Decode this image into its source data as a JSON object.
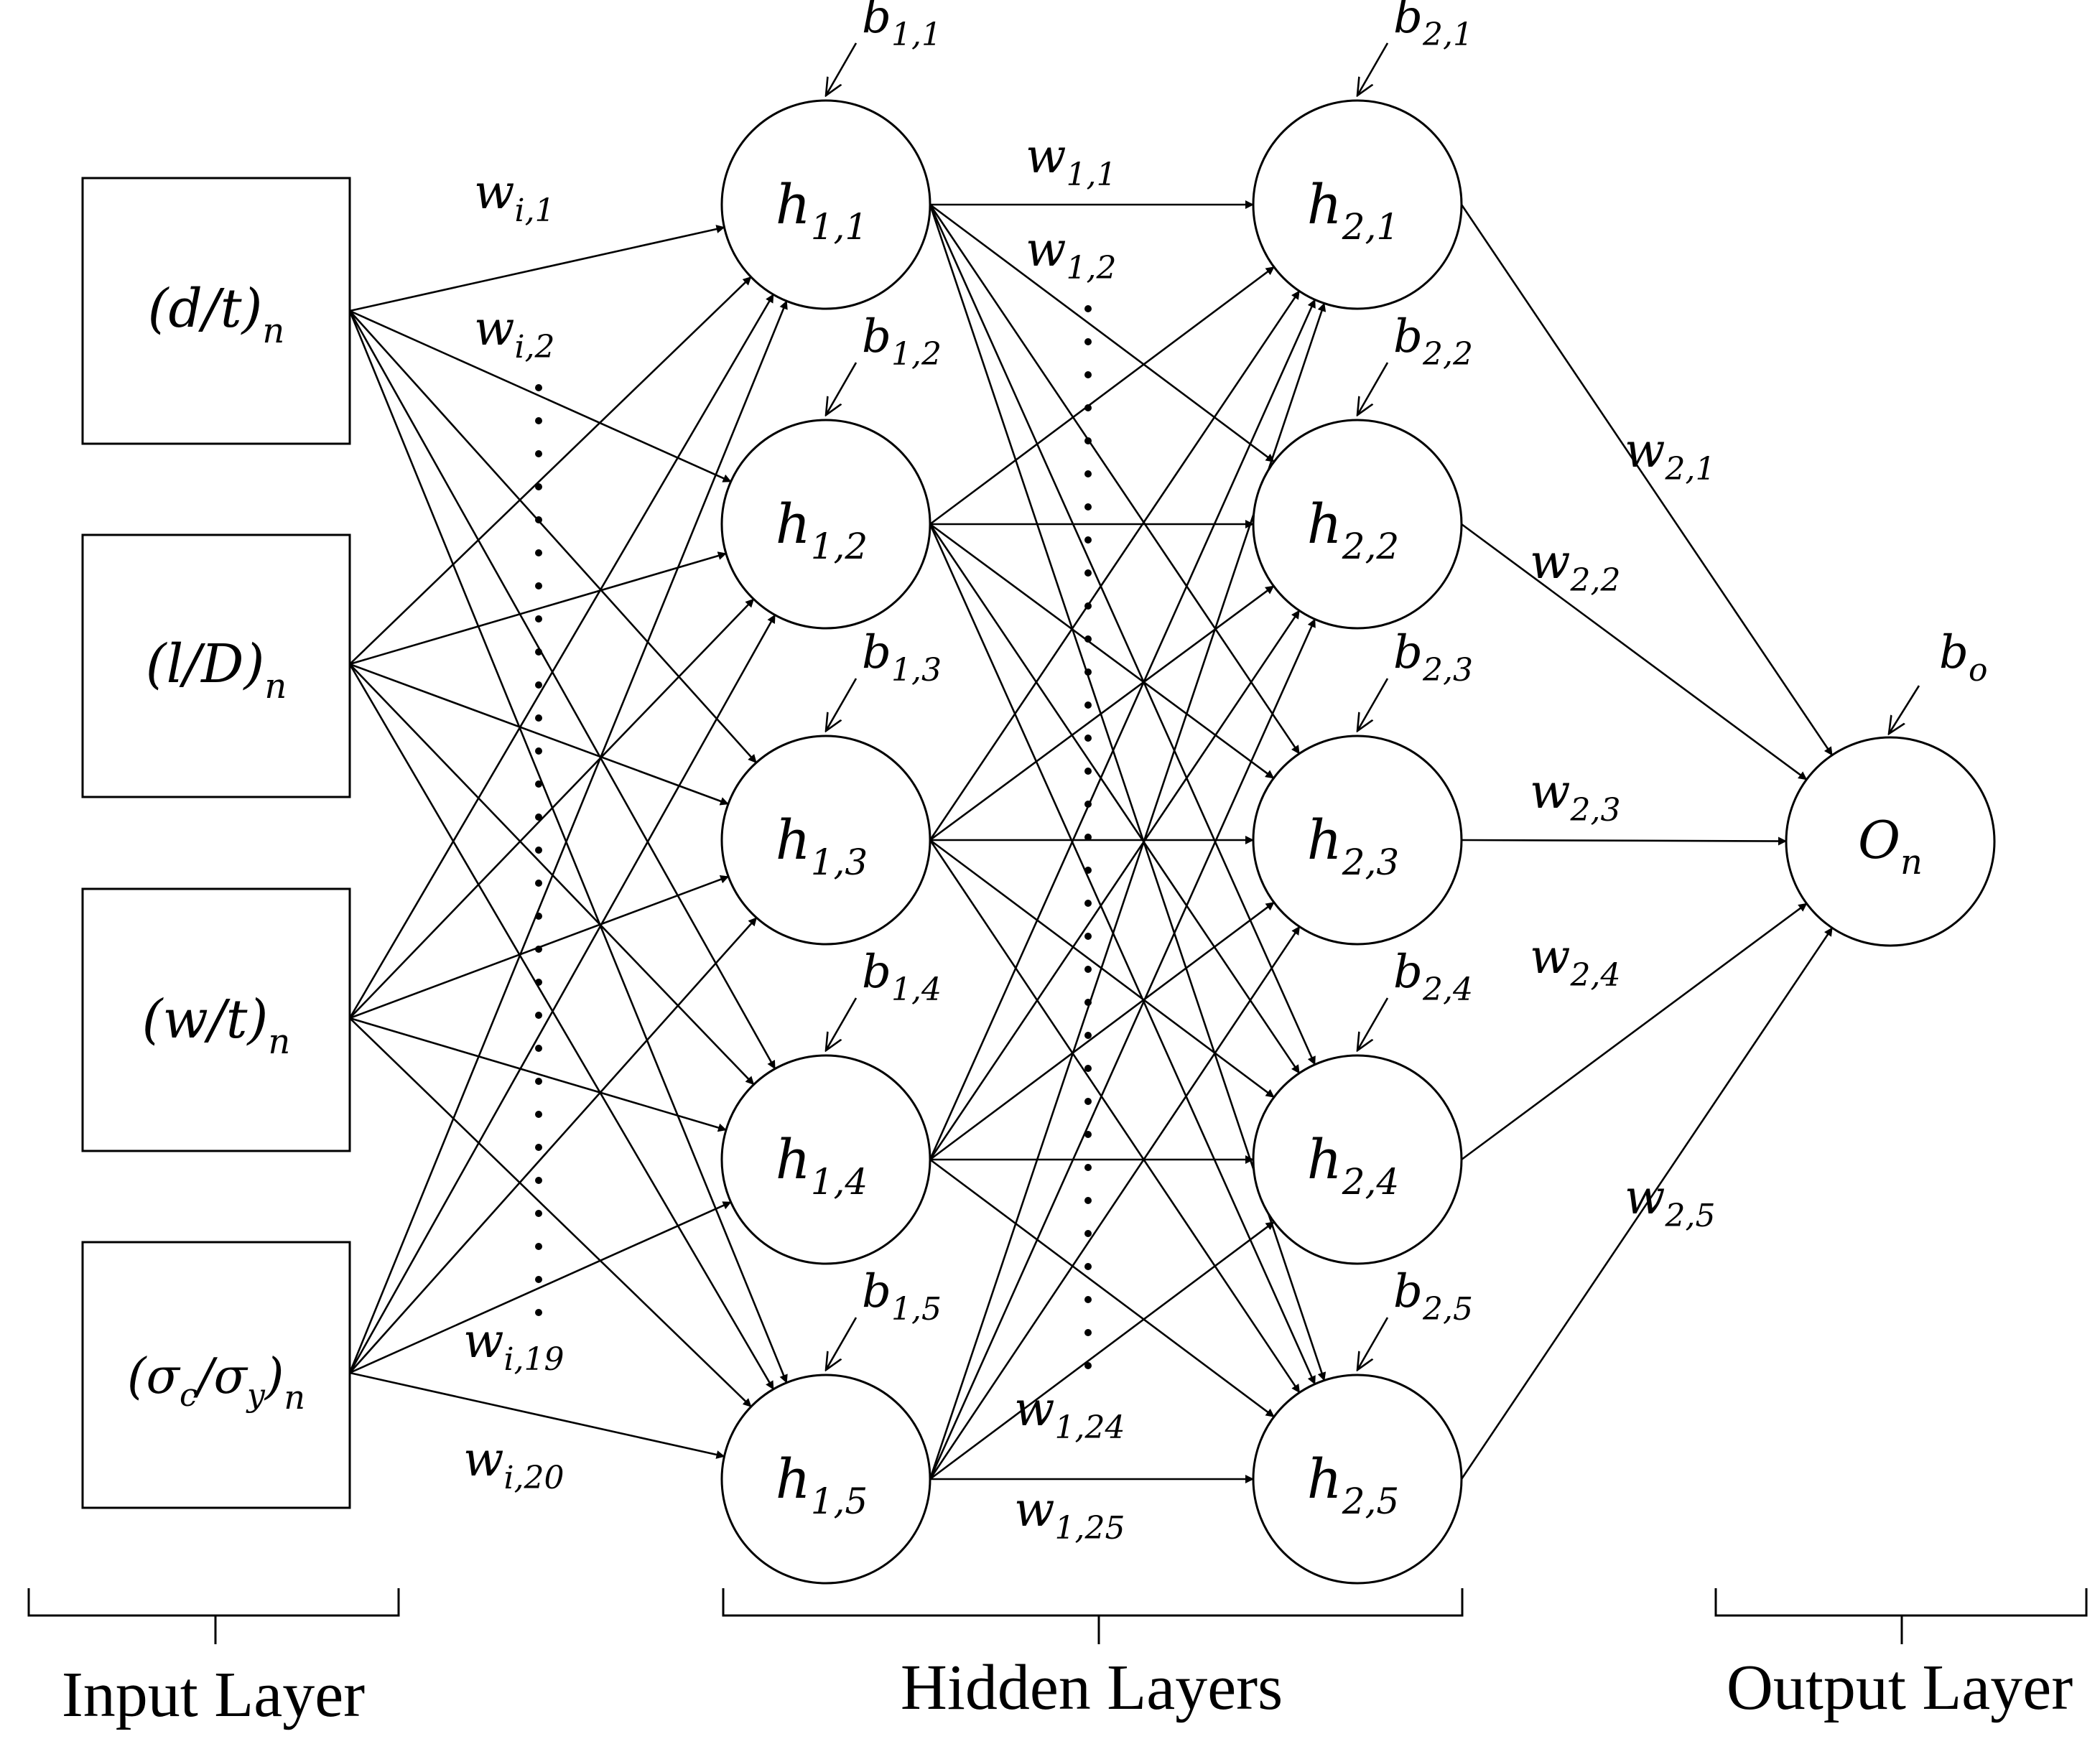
{
  "input_layer": {
    "label": "Input Layer",
    "nodes": [
      {
        "base": "(d/t)",
        "sub": "n"
      },
      {
        "base": "(l/D)",
        "sub": "n"
      },
      {
        "base": "(w/t)",
        "sub": "n"
      },
      {
        "base": "(σ",
        "sub1": "c",
        "mid": "/σ",
        "sub2": "y",
        "close": ")",
        "sub": "n"
      }
    ]
  },
  "hidden_layers_label": "Hidden Layers",
  "hidden1": [
    {
      "base": "h",
      "sub": "1,1",
      "bias": "b",
      "bias_sub": "1,1"
    },
    {
      "base": "h",
      "sub": "1,2",
      "bias": "b",
      "bias_sub": "1,2"
    },
    {
      "base": "h",
      "sub": "1,3",
      "bias": "b",
      "bias_sub": "1,3"
    },
    {
      "base": "h",
      "sub": "1,4",
      "bias": "b",
      "bias_sub": "1,4"
    },
    {
      "base": "h",
      "sub": "1,5",
      "bias": "b",
      "bias_sub": "1,5"
    }
  ],
  "hidden2": [
    {
      "base": "h",
      "sub": "2,1",
      "bias": "b",
      "bias_sub": "2,1"
    },
    {
      "base": "h",
      "sub": "2,2",
      "bias": "b",
      "bias_sub": "2,2"
    },
    {
      "base": "h",
      "sub": "2,3",
      "bias": "b",
      "bias_sub": "2,3"
    },
    {
      "base": "h",
      "sub": "2,4",
      "bias": "b",
      "bias_sub": "2,4"
    },
    {
      "base": "h",
      "sub": "2,5",
      "bias": "b",
      "bias_sub": "2,5"
    }
  ],
  "output_layer": {
    "label": "Output Layer",
    "node": {
      "base": "O",
      "sub": "n",
      "bias": "b",
      "bias_sub": "o"
    }
  },
  "weights": {
    "input_hidden": [
      {
        "base": "w",
        "sub": "i,1"
      },
      {
        "base": "w",
        "sub": "i,2"
      },
      {
        "base": "w",
        "sub": "i,19"
      },
      {
        "base": "w",
        "sub": "i,20"
      }
    ],
    "hidden_hidden": [
      {
        "base": "w",
        "sub": "1,1"
      },
      {
        "base": "w",
        "sub": "1,2"
      },
      {
        "base": "w",
        "sub": "1,24"
      },
      {
        "base": "w",
        "sub": "1,25"
      }
    ],
    "hidden_output": [
      {
        "base": "w",
        "sub": "2,1"
      },
      {
        "base": "w",
        "sub": "2,2"
      },
      {
        "base": "w",
        "sub": "2,3"
      },
      {
        "base": "w",
        "sub": "2,4"
      },
      {
        "base": "w",
        "sub": "2,5"
      }
    ]
  }
}
